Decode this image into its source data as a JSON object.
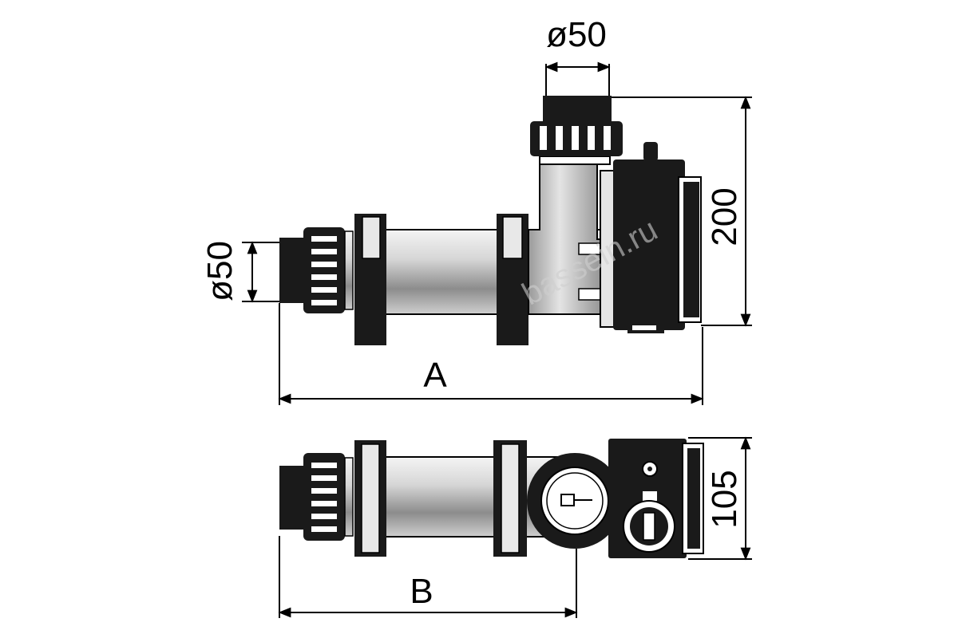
{
  "dimensions": {
    "top_inlet_diameter": "ø50",
    "side_inlet_diameter": "ø50",
    "height": "200",
    "length_side_view": "A",
    "length_top_view": "B",
    "width": "105"
  },
  "watermark": "bassein.ru",
  "colors": {
    "line": "#000000",
    "body_dark": "#1a1a1a",
    "pipe_light": "#d9d9d9",
    "pipe_shade": "#8a8a8a",
    "background": "#ffffff"
  }
}
